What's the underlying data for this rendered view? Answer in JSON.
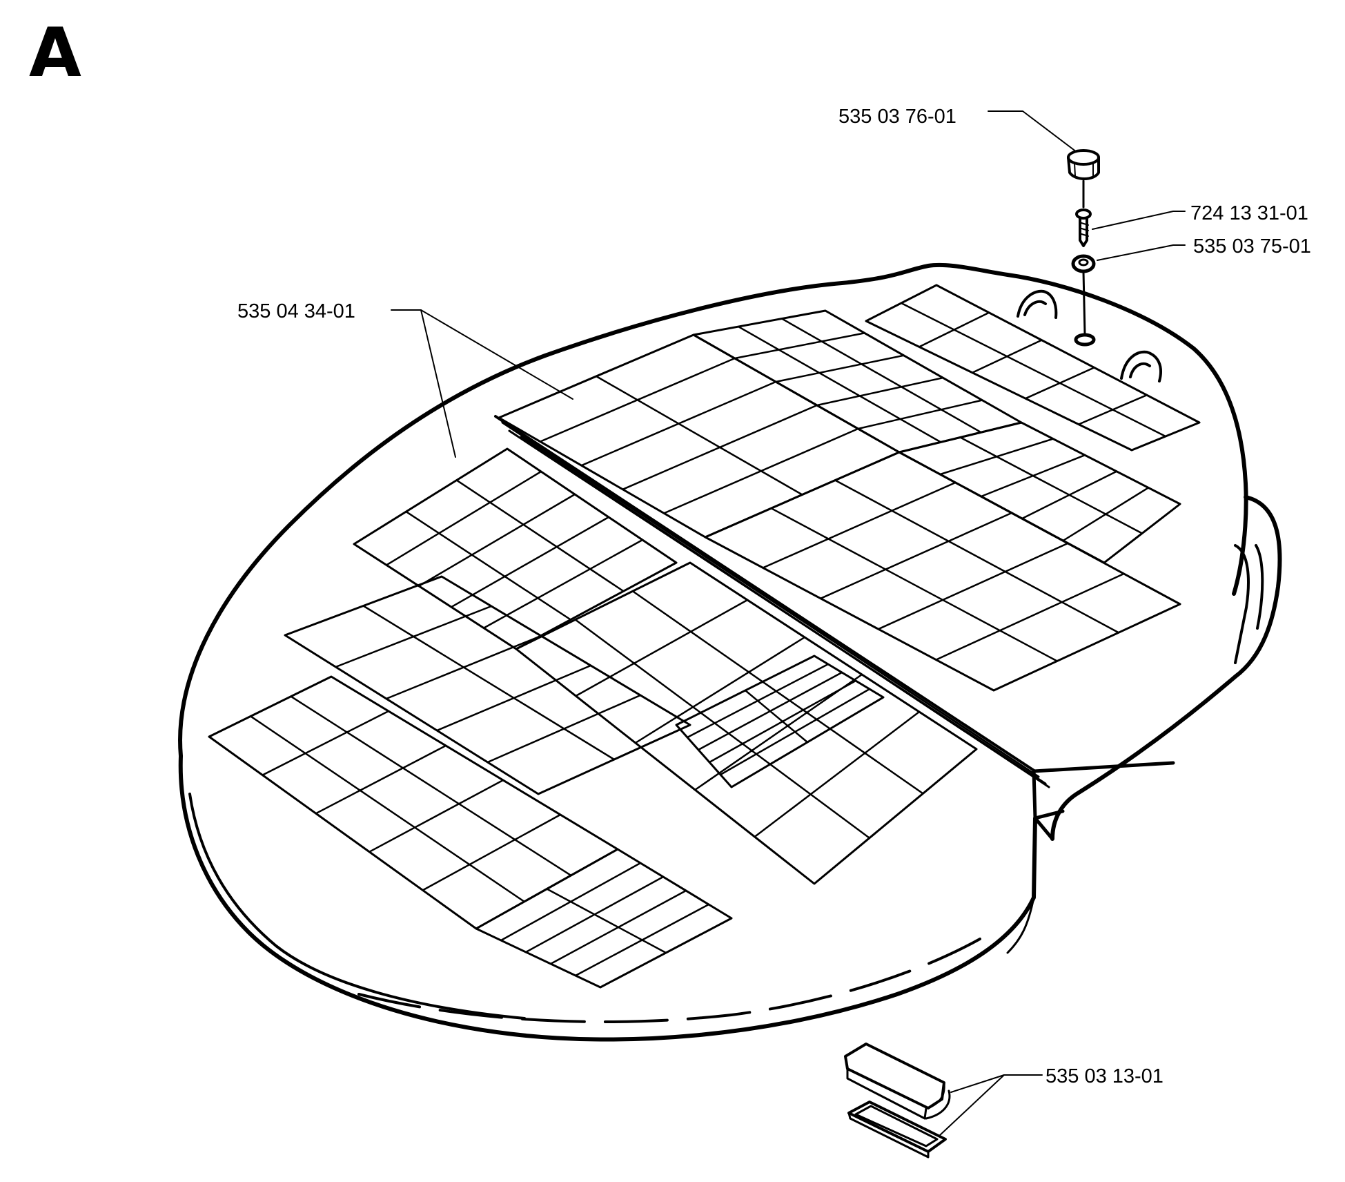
{
  "diagram": {
    "section_letter": "A",
    "colors": {
      "ink": "#000000",
      "paper": "#ffffff"
    },
    "parts": [
      {
        "id": "cap-nut",
        "part_number": "535 03 76-01"
      },
      {
        "id": "screw",
        "part_number": "724 13 31-01"
      },
      {
        "id": "washer",
        "part_number": "535 03 75-01"
      },
      {
        "id": "solar-cover",
        "part_number": "535 04 34-01"
      },
      {
        "id": "clip",
        "part_number": "535 03 13-01"
      }
    ]
  }
}
